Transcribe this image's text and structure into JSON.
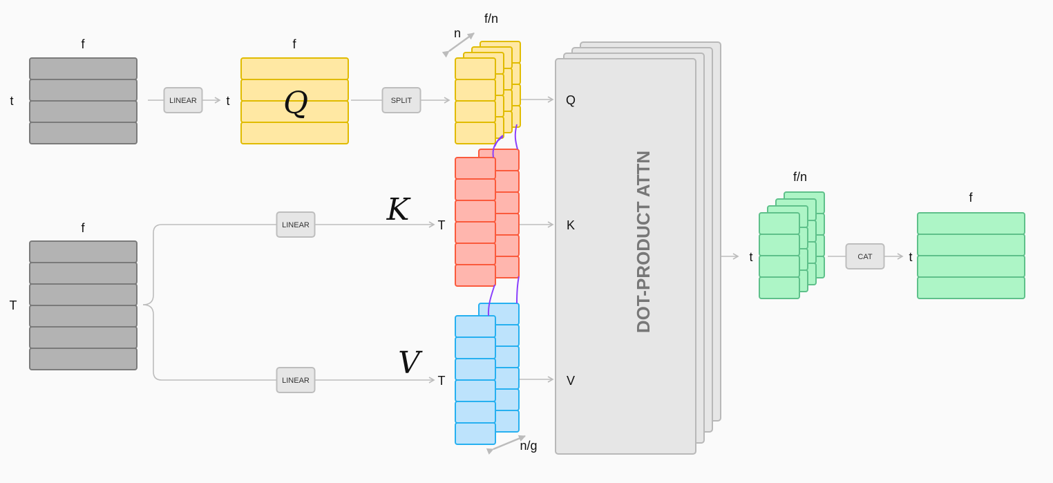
{
  "diagram": {
    "title": "Grouped-query attention data flow",
    "colors": {
      "input_fill": "#b3b3b3",
      "input_stroke": "#7a7a7a",
      "query_fill": "#ffe8a3",
      "query_stroke": "#e0bb00",
      "key_fill": "#ffb6ae",
      "key_stroke": "#fa5a3c",
      "value_fill": "#bde3fc",
      "value_stroke": "#26b0f0",
      "output_fill": "#adf5c6",
      "output_stroke": "#5ec08a",
      "attn_fill": "#e6e6e6",
      "attn_stroke": "#b8b8b8",
      "op_fill": "#e6e6e6",
      "op_stroke": "#bdbdbd",
      "edge": "#bcbcbc",
      "group_link": "#8a3ffc"
    },
    "query_input": {
      "rows_label": "t",
      "cols_label": "f",
      "row_count": 4
    },
    "kv_input": {
      "rows_label": "T",
      "cols_label": "f",
      "row_count": 6
    },
    "operations": {
      "q_linear": "LINEAR",
      "split": "SPLIT",
      "k_linear": "LINEAR",
      "v_linear": "LINEAR",
      "cat": "CAT"
    },
    "query_proj": {
      "symbol": "Q",
      "rows_label": "t",
      "cols_label": "f",
      "row_count": 4
    },
    "query_heads": {
      "heads_label": "n",
      "cols_label": "f/n",
      "head_count": 4,
      "row_count": 4
    },
    "key_heads": {
      "symbol": "K",
      "rows_label": "T",
      "group_count": 2,
      "row_count": 6
    },
    "value_heads": {
      "symbol": "V",
      "rows_label": "T",
      "groups_label": "n/g",
      "group_count": 2,
      "row_count": 6
    },
    "attention": {
      "title": "DOT-PRODUCT ATTN",
      "inputs": [
        "Q",
        "K",
        "V"
      ],
      "stack_count": 4
    },
    "head_outputs": {
      "rows_label": "t",
      "cols_label": "f/n",
      "head_count": 4,
      "row_count": 4
    },
    "final_output": {
      "rows_label": "t",
      "cols_label": "f",
      "row_count": 4
    }
  }
}
